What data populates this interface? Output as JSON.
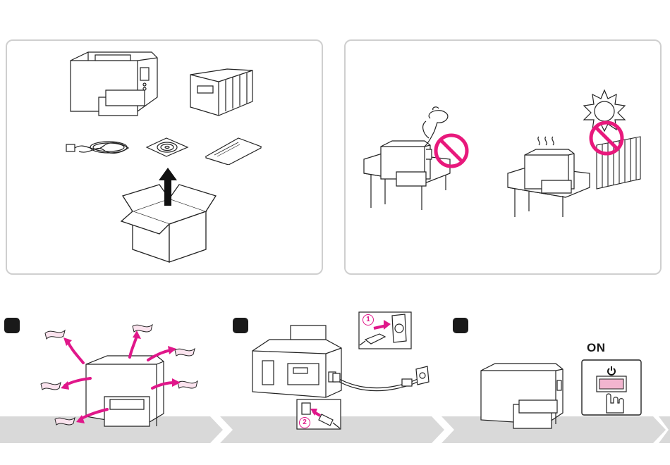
{
  "steps": [
    {
      "badge": ""
    },
    {
      "badge": ""
    },
    {
      "badge": ""
    }
  ],
  "power": {
    "on_label": "ON"
  },
  "connection": {
    "wall_step": "1",
    "printer_step": "2"
  },
  "colors": {
    "accent": "#e0178a",
    "prohibit": "#e8197c",
    "band": "#d9d9d9",
    "panel_border": "#cfcfcf"
  }
}
